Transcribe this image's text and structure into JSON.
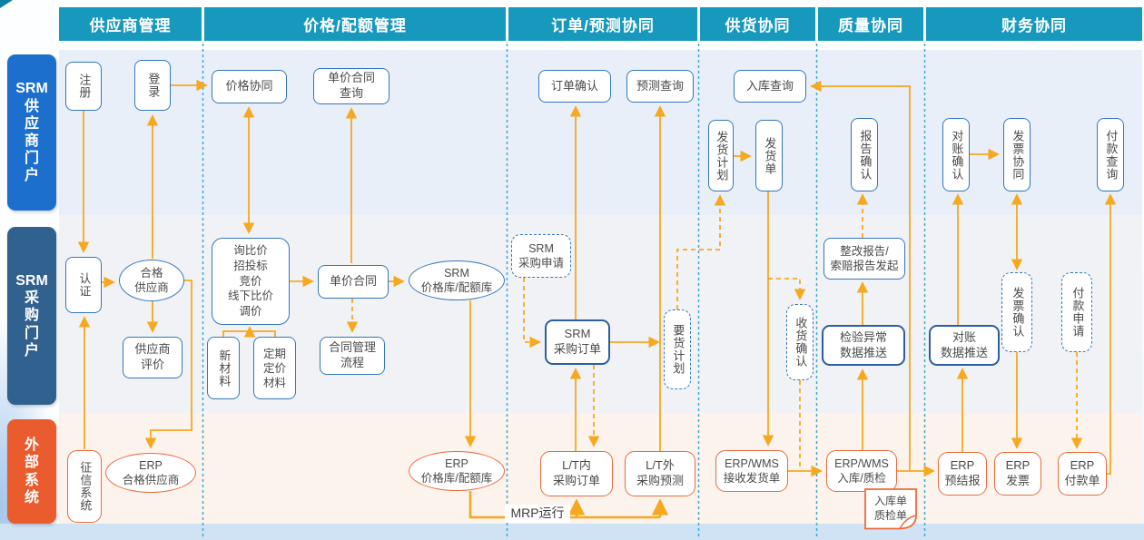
{
  "header": {
    "columns": [
      {
        "label": "供应商管理"
      },
      {
        "label": "价格/配额管理"
      },
      {
        "label": "订单/预测协同"
      },
      {
        "label": "供货协同"
      },
      {
        "label": "质量协同"
      },
      {
        "label": "财务协同"
      }
    ]
  },
  "lanes": [
    {
      "label": "SRM\n供\n应\n商\n门\n户"
    },
    {
      "label": "SRM\n采\n购\n门\n户"
    },
    {
      "label": "外\n部\n系\n统"
    }
  ],
  "nodes": {
    "register": {
      "label": "注册"
    },
    "login": {
      "label": "登录"
    },
    "auth": {
      "label": "认证"
    },
    "qualifiedSupplier": {
      "label": "合格\n供应商"
    },
    "supplierEval": {
      "label": "供应商\n评价"
    },
    "creditSystem": {
      "label": "征信系统"
    },
    "erpQualifiedSupplier": {
      "label": "ERP\n合格供应商"
    },
    "priceCollab": {
      "label": "价格协同"
    },
    "unitPriceQuery": {
      "label": "单价合同\n查询"
    },
    "inquiry": {
      "label": "询比价\n招投标\n竞价\n线下比价\n调价"
    },
    "newMaterial": {
      "label": "新材料"
    },
    "periodicMaterial": {
      "label": "定期\n定价\n材料"
    },
    "unitPriceContract": {
      "label": "单价合同"
    },
    "contractFlow": {
      "label": "合同管理\n流程"
    },
    "srmPriceLib": {
      "label": "SRM\n价格库/配额库"
    },
    "erpPriceLib": {
      "label": "ERP\n价格库/配额库"
    },
    "orderConfirm": {
      "label": "订单确认"
    },
    "forecastQuery": {
      "label": "预测查询"
    },
    "srmPurchaseRequest": {
      "label": "SRM\n采购申请"
    },
    "srmPurchaseOrder": {
      "label": "SRM\n采购订单"
    },
    "demandPlan": {
      "label": "要货计划"
    },
    "ltInOrder": {
      "label": "L/T内\n采购订单"
    },
    "ltOutForecast": {
      "label": "L/T外\n采购预测"
    },
    "mrpRun": {
      "label": "MRP运行"
    },
    "inboundQuery": {
      "label": "入库查询"
    },
    "shipPlan": {
      "label": "发货计划"
    },
    "shipOrder": {
      "label": "发货单"
    },
    "receiveConfirm": {
      "label": "收货确认"
    },
    "erpWmsReceive": {
      "label": "ERP/WMS\n接收发货单"
    },
    "erpWmsInbound": {
      "label": "ERP/WMS\n入库/质检"
    },
    "inboundDoc": {
      "label": "入库单\n质检单"
    },
    "reportConfirm": {
      "label": "报告确认"
    },
    "rectifyReport": {
      "label": "整改报告/\n索赔报告发起"
    },
    "inspectionPush": {
      "label": "检验异常\n数据推送"
    },
    "reconConfirm": {
      "label": "对账确认"
    },
    "invoiceCollab": {
      "label": "发票协同"
    },
    "paymentQuery": {
      "label": "付款查询"
    },
    "reconPush": {
      "label": "对账\n数据推送"
    },
    "invoiceConfirm": {
      "label": "发票确认"
    },
    "paymentApply": {
      "label": "付款申请"
    },
    "erpPrelim": {
      "label": "ERP\n预结报"
    },
    "erpInvoice": {
      "label": "ERP\n发票"
    },
    "erpPayment": {
      "label": "ERP\n付款单"
    }
  },
  "colors": {
    "header": "#1799BE",
    "lane1": "#1D6FCE",
    "lane2": "#31618F",
    "lane3": "#EA5B2D",
    "row1": "#E9EFF9",
    "row2": "#F1F2F5",
    "row3": "#FCF3EC",
    "blueBorder": "#3377BB",
    "blueBold": "#2B5FA0",
    "orangeBorder": "#EC6A3D",
    "arrow": "#F6A81E",
    "divider": "#3FA9CF"
  }
}
